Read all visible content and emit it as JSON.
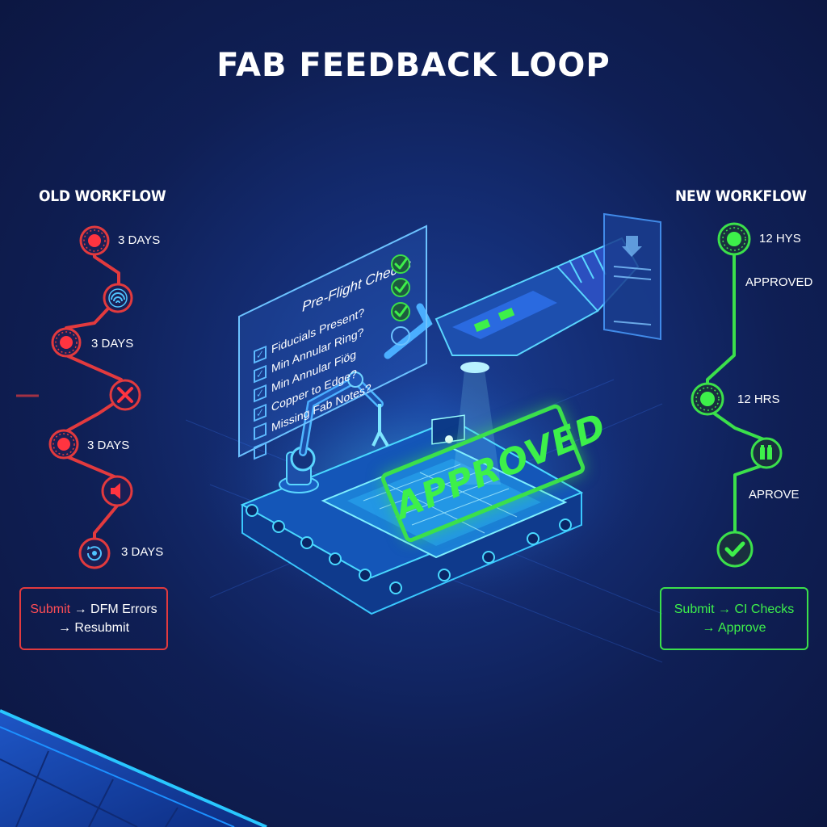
{
  "title": "FAB FEEDBACK LOOP",
  "old_workflow": {
    "heading": "OLD WORKFLOW",
    "steps": [
      {
        "icon": "red-dot-icon",
        "label": "3 DAYS"
      },
      {
        "icon": "fingerprint-icon",
        "label": ""
      },
      {
        "icon": "red-dot-icon",
        "label": "3 DAYS"
      },
      {
        "icon": "x-mark-icon",
        "label": ""
      },
      {
        "icon": "red-dot-icon",
        "label": "3 DAYS"
      },
      {
        "icon": "speaker-icon",
        "label": ""
      },
      {
        "icon": "refresh-icon",
        "label": "3 DAYS"
      }
    ],
    "summary": {
      "line1_accent": "Submit",
      "line1_rest": " → DFM Errors",
      "line2": "→ Resubmit"
    },
    "color": "#e23a3e"
  },
  "new_workflow": {
    "heading": "NEW WORKFLOW",
    "steps": [
      {
        "icon": "green-dot-icon",
        "label": "12 HYS"
      },
      {
        "icon": "",
        "label": "APPROVED"
      },
      {
        "icon": "green-dot-icon",
        "label": "12 HRS"
      },
      {
        "icon": "battery-icon",
        "label": "APROVE"
      },
      {
        "icon": "checkmark-icon",
        "label": ""
      }
    ],
    "summary": {
      "line1": "Submit → CI Checks",
      "line2": "→ Approve"
    },
    "color": "#3be04b"
  },
  "checklist": {
    "title": "Pre-Flight Checks",
    "items": [
      {
        "text": "Fiducials Present?",
        "checked": true,
        "passed": true
      },
      {
        "text": "Min Annular Ring?",
        "checked": true,
        "passed": true
      },
      {
        "text": "Min Annular Fiög",
        "checked": true,
        "passed": true
      },
      {
        "text": "Copper to Edge?",
        "checked": true,
        "passed": false
      },
      {
        "text": "Missing Fab Notes?",
        "checked": false,
        "passed": false
      },
      {
        "text": "",
        "checked": false,
        "passed": false
      }
    ]
  },
  "stamp": {
    "text": "APPROVED",
    "color": "#3be04b"
  }
}
